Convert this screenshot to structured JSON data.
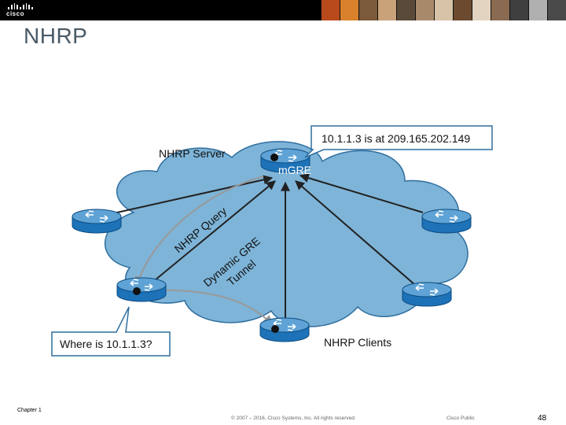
{
  "header": {
    "logo_text": "cisco",
    "photo_colors": [
      "#b84a1c",
      "#d9822b",
      "#7a5a3a",
      "#c9a27a",
      "#5a4a3a",
      "#a88a6a",
      "#d7c3a8",
      "#6b4a2f",
      "#e2d3c0",
      "#8a6a50",
      "#3f3f3f",
      "#b0b0b0",
      "#4a4a4a"
    ]
  },
  "slide": {
    "title": "NHRP"
  },
  "diagram": {
    "server_label": "NHRP Server",
    "hub_label": "mGRE",
    "reply_bubble": "10.1.1.3 is at 209.165.202.149",
    "query_bubble": "Where is 10.1.1.3?",
    "clients_label": "NHRP Clients",
    "query_path_label": "NHRP Query",
    "tunnel_label_line1": "Dynamic GRE",
    "tunnel_label_line2": "Tunnel",
    "colors": {
      "cloud_fill": "#7eb4d8",
      "cloud_stroke": "#2f6f9f",
      "router_fill": "#1d72b8",
      "router_top": "#5fa3d6",
      "line": "#222222",
      "query_line": "#999999"
    }
  },
  "footer": {
    "chapter": "Chapter 1",
    "copyright": "© 2007 – 2016, Cisco Systems, Inc. All rights reserved.",
    "classification": "Cisco Public",
    "page_number": "48"
  }
}
